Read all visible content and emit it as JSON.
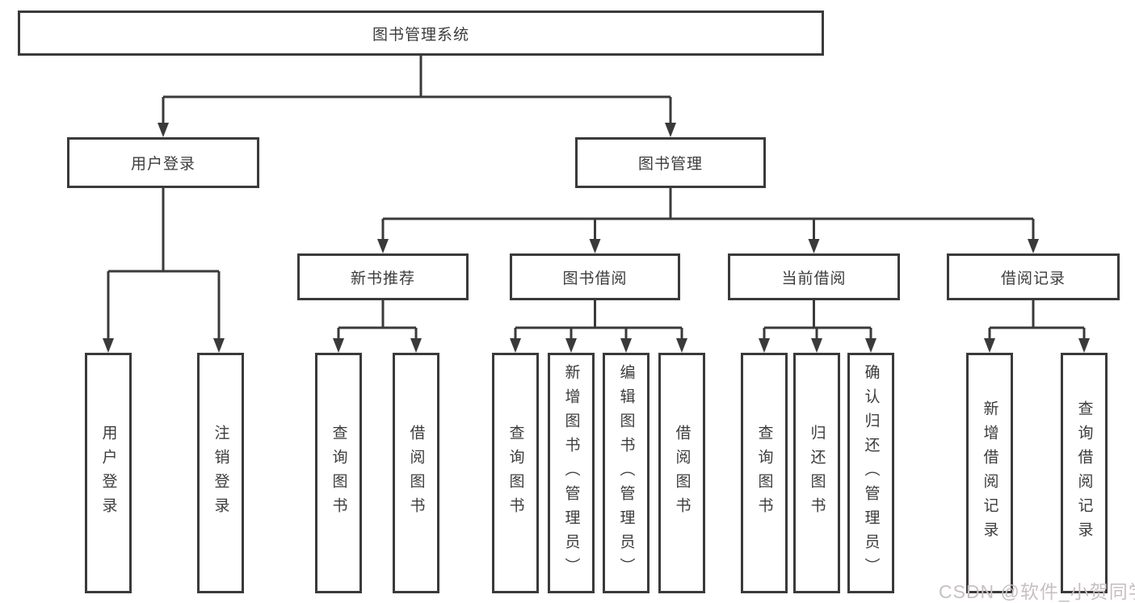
{
  "diagram": {
    "root": {
      "label": "图书管理系统"
    },
    "level2": [
      {
        "label": "用户登录"
      },
      {
        "label": "图书管理"
      }
    ],
    "level3": [
      {
        "label": "新书推荐",
        "parent": "图书管理"
      },
      {
        "label": "图书借阅",
        "parent": "图书管理"
      },
      {
        "label": "当前借阅",
        "parent": "图书管理"
      },
      {
        "label": "借阅记录",
        "parent": "图书管理"
      }
    ],
    "leaves": [
      {
        "label": "用户登录",
        "parent": "用户登录"
      },
      {
        "label": "注销登录",
        "parent": "用户登录"
      },
      {
        "label": "查询图书",
        "parent": "新书推荐"
      },
      {
        "label": "借阅图书",
        "parent": "新书推荐"
      },
      {
        "label": "查询图书",
        "parent": "图书借阅"
      },
      {
        "label": "新增图书（管理员）",
        "parent": "图书借阅"
      },
      {
        "label": "编辑图书（管理员）",
        "parent": "图书借阅"
      },
      {
        "label": "借阅图书",
        "parent": "图书借阅"
      },
      {
        "label": "查询图书",
        "parent": "当前借阅"
      },
      {
        "label": "归还图书",
        "parent": "当前借阅"
      },
      {
        "label": "确认归还（管理员）",
        "parent": "当前借阅"
      },
      {
        "label": "新增借阅记录",
        "parent": "借阅记录"
      },
      {
        "label": "查询借阅记录",
        "parent": "借阅记录"
      }
    ]
  },
  "watermark": {
    "text": "CSDN @软件_小贺同学"
  },
  "colors": {
    "line": "#3a3a3a",
    "text": "#3c3c3c",
    "watermark": "#c8bfbf",
    "background": "#ffffff"
  }
}
